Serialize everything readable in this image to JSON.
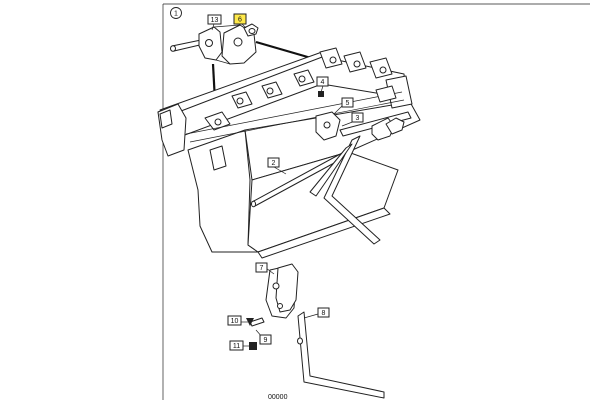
{
  "diagram": {
    "view_number": "1",
    "part_number_footer": "00000",
    "highlight_color": "#ffe94a",
    "callouts": [
      {
        "id": "c13",
        "label": "13",
        "highlighted": false
      },
      {
        "id": "c6",
        "label": "6",
        "highlighted": true
      },
      {
        "id": "c4",
        "label": "4",
        "highlighted": false
      },
      {
        "id": "c5",
        "label": "5",
        "highlighted": false
      },
      {
        "id": "c3",
        "label": "3",
        "highlighted": false
      },
      {
        "id": "c2",
        "label": "2",
        "highlighted": false
      },
      {
        "id": "c7",
        "label": "7",
        "highlighted": false
      },
      {
        "id": "c8",
        "label": "8",
        "highlighted": false
      },
      {
        "id": "c10",
        "label": "10",
        "highlighted": false
      },
      {
        "id": "c9",
        "label": "9",
        "highlighted": false
      },
      {
        "id": "c11",
        "label": "11",
        "highlighted": false
      }
    ]
  }
}
